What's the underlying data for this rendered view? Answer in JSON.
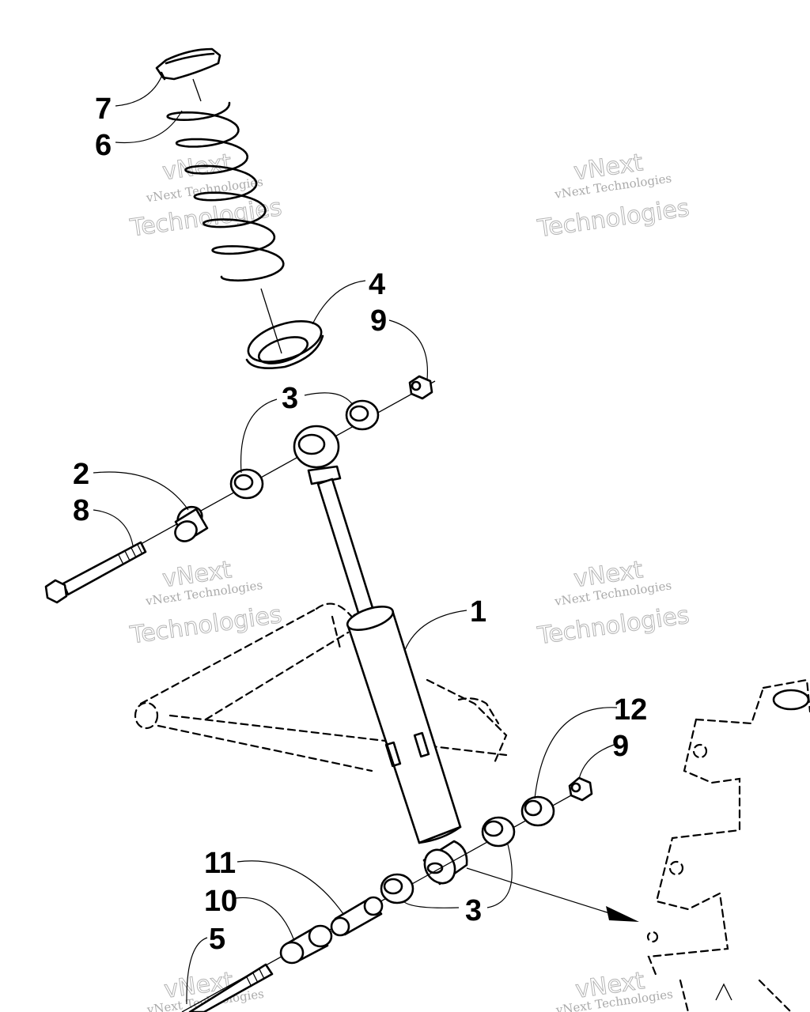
{
  "callouts": {
    "c1": "1",
    "c2": "2",
    "c3_top": "3",
    "c3_bottom": "3",
    "c4": "4",
    "c5": "5",
    "c6": "6",
    "c7": "7",
    "c8": "8",
    "c9_top": "9",
    "c9_bottom": "9",
    "c10": "10",
    "c11": "11",
    "c12": "12"
  },
  "watermark": {
    "brand": "vNext",
    "line1": "vNext Technologies",
    "line2": "Technologies"
  }
}
